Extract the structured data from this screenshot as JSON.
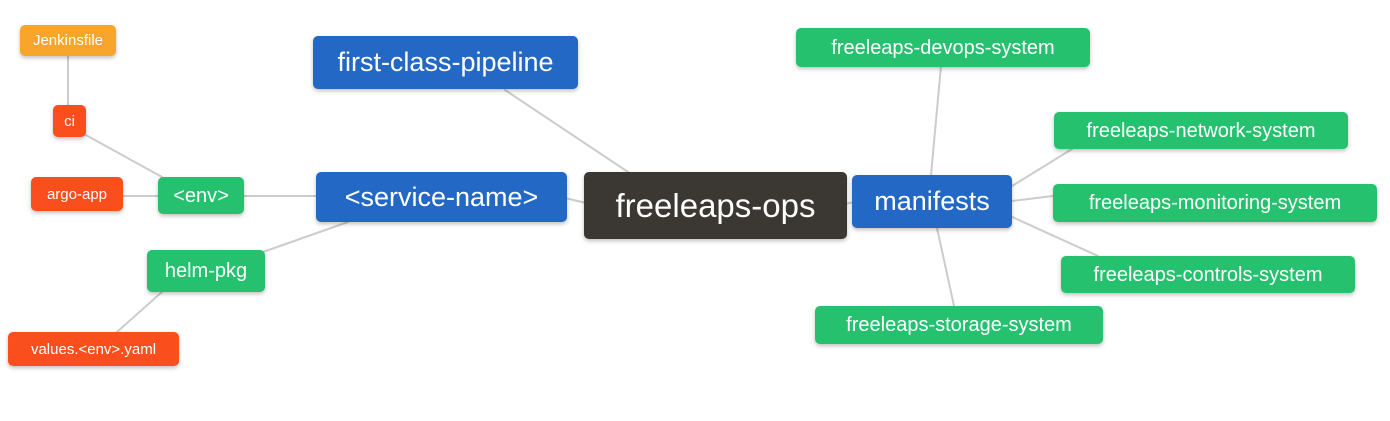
{
  "diagram": {
    "type": "mindmap",
    "root_label": "freeleaps-ops",
    "colors": {
      "root_node": "#3B3733",
      "branch_node_blue": "#2268C4",
      "leaf_node_green": "#25C16F",
      "leaf_node_red": "#FB4E1D",
      "leaf_node_orange": "#F7A52B",
      "edge_gray": "#CCCCCC",
      "node_text": "#FFFFFF",
      "background": "#FFFFFF"
    },
    "nodes": [
      {
        "id": "jenkinsfile",
        "label": "Jenkinsfile",
        "color": "orange"
      },
      {
        "id": "ci",
        "label": "ci",
        "color": "red"
      },
      {
        "id": "argo-app",
        "label": "argo-app",
        "color": "red"
      },
      {
        "id": "env",
        "label": "<env>",
        "color": "green"
      },
      {
        "id": "helm-pkg",
        "label": "helm-pkg",
        "color": "green"
      },
      {
        "id": "values-env-yaml",
        "label": "values.<env>.yaml",
        "color": "red"
      },
      {
        "id": "first-class-pipeline",
        "label": "first-class-pipeline",
        "color": "blue"
      },
      {
        "id": "service-name",
        "label": "<service-name>",
        "color": "blue"
      },
      {
        "id": "freeleaps-ops",
        "label": "freeleaps-ops",
        "color": "dark"
      },
      {
        "id": "manifests",
        "label": "manifests",
        "color": "blue"
      },
      {
        "id": "freeleaps-devops-system",
        "label": "freeleaps-devops-system",
        "color": "green"
      },
      {
        "id": "freeleaps-network-system",
        "label": "freeleaps-network-system",
        "color": "green"
      },
      {
        "id": "freeleaps-monitoring-system",
        "label": "freeleaps-monitoring-system",
        "color": "green"
      },
      {
        "id": "freeleaps-controls-system",
        "label": "freeleaps-controls-system",
        "color": "green"
      },
      {
        "id": "freeleaps-storage-system",
        "label": "freeleaps-storage-system",
        "color": "green"
      }
    ],
    "edges": [
      {
        "from": "jenkinsfile",
        "to": "ci"
      },
      {
        "from": "ci",
        "to": "env"
      },
      {
        "from": "argo-app",
        "to": "env"
      },
      {
        "from": "env",
        "to": "service-name"
      },
      {
        "from": "service-name",
        "to": "helm-pkg"
      },
      {
        "from": "helm-pkg",
        "to": "values-env-yaml"
      },
      {
        "from": "service-name",
        "to": "freeleaps-ops"
      },
      {
        "from": "first-class-pipeline",
        "to": "freeleaps-ops"
      },
      {
        "from": "freeleaps-ops",
        "to": "manifests"
      },
      {
        "from": "manifests",
        "to": "freeleaps-devops-system"
      },
      {
        "from": "manifests",
        "to": "freeleaps-network-system"
      },
      {
        "from": "manifests",
        "to": "freeleaps-monitoring-system"
      },
      {
        "from": "manifests",
        "to": "freeleaps-controls-system"
      },
      {
        "from": "manifests",
        "to": "freeleaps-storage-system"
      }
    ]
  }
}
